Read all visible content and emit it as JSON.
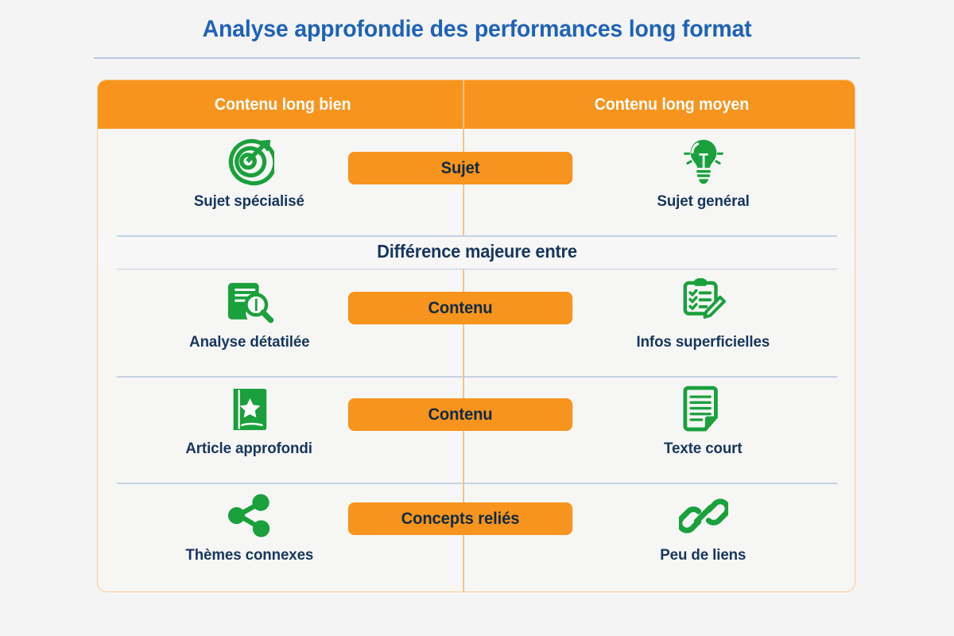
{
  "page": {
    "title": "Analyse approfondie des performances long format",
    "background_color": "#f4f4f4",
    "title_color": "#1f63b8"
  },
  "colors": {
    "orange": "#f7941d",
    "orange_border": "#f8cd95",
    "green_icon": "#1aa03c",
    "navy_text": "#17365d",
    "pill_text": "#102a43",
    "separator": "#c6d0e2"
  },
  "table": {
    "headers": [
      {
        "label": "Contenu long bien"
      },
      {
        "label": "Contenu long moyen"
      }
    ],
    "middle_band": {
      "label": "Différence majeure entre"
    },
    "rows": [
      {
        "center_pill": "Sujet",
        "left": {
          "icon": "target-arrow-icon",
          "label": "Sujet spécialisé"
        },
        "right": {
          "icon": "lightbulb-icon",
          "label": "Sujet genéral"
        }
      },
      {
        "center_pill": "Contenu",
        "left": {
          "icon": "document-magnifier-icon",
          "label": "Analyse détatilée"
        },
        "right": {
          "icon": "clipboard-checklist-pencil-icon",
          "label": "Infos superficielles"
        }
      },
      {
        "center_pill": "Contenu",
        "left": {
          "icon": "book-star-icon",
          "label": "Article approfondi"
        },
        "right": {
          "icon": "text-document-icon",
          "label": "Texte court"
        }
      },
      {
        "center_pill": "Concepts reliés",
        "left": {
          "icon": "share-nodes-icon",
          "label": "Thèmes connexes"
        },
        "right": {
          "icon": "chain-link-icon",
          "label": "Peu de liens"
        }
      }
    ]
  }
}
